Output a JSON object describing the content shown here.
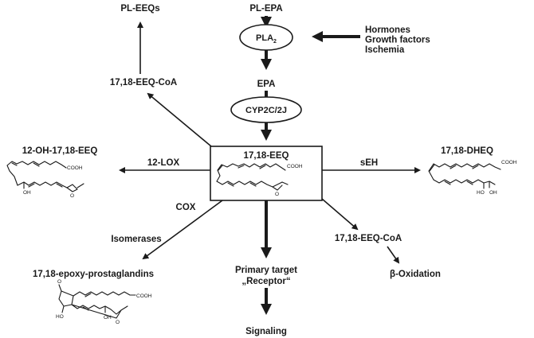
{
  "nodes": {
    "pl_eeqs": "PL-EEQs",
    "pl_epa": "PL-EPA",
    "pla2": "PLA",
    "pla2_sub": "2",
    "stimuli": [
      "Hormones",
      "Growth factors",
      "Ischemia"
    ],
    "eeq_coa_top": "17,18-EEQ-CoA",
    "epa": "EPA",
    "cyp": "CYP2C/2J",
    "center": "17,18-EEQ",
    "hydroxy": "12-OH-17,18-EEQ",
    "dheq": "17,18-DHEQ",
    "isomerases": "Isomerases",
    "epoxy_pg": "17,18-epoxy-prostaglandins",
    "primary_target": "Primary target",
    "receptor": "„Receptor“",
    "signaling": "Signaling",
    "eeq_coa_bottom": "17,18-EEQ-CoA",
    "beta_ox": "β-Oxidation"
  },
  "edges": {
    "lox": "12-LOX",
    "seh": "sEH",
    "cox": "COX"
  },
  "chem": {
    "cooh": "COOH",
    "oh": "OH",
    "o": "O",
    "ho": "HO"
  }
}
